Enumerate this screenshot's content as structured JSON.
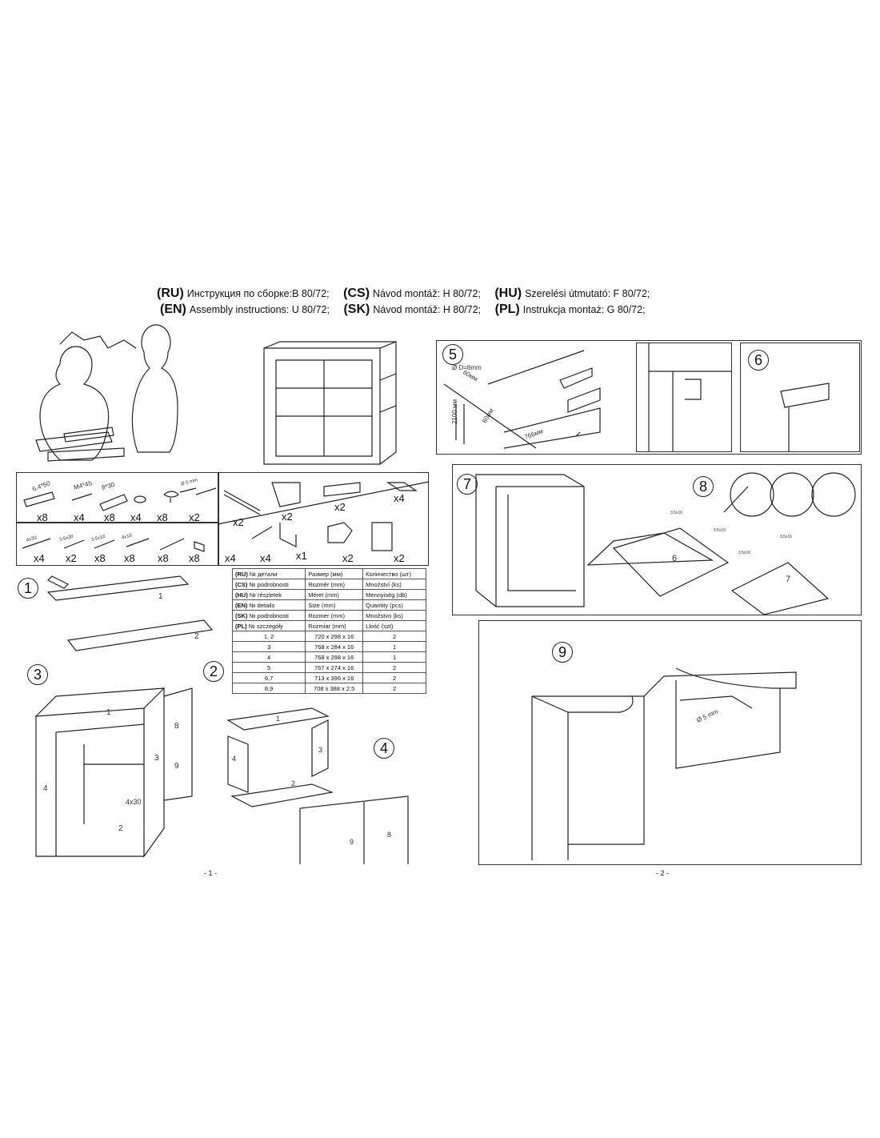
{
  "header": {
    "line1": [
      {
        "code": "(RU)",
        "text": "Инструкция по сборке:В 80/72;"
      },
      {
        "code": "(CS)",
        "text": "Návod montáž: H 80/72;"
      },
      {
        "code": "(HU)",
        "text": "Szerelési útmutató: F 80/72;"
      }
    ],
    "line2": [
      {
        "code": "(EN)",
        "text": "Assembly instructions: U 80/72;"
      },
      {
        "code": "(SK)",
        "text": "Návod montáž: H 80/72;"
      },
      {
        "code": "(PL)",
        "text": "Instrukcja montaż: G 80/72;"
      }
    ]
  },
  "fittings": {
    "row1": [
      {
        "label": "6.4*50",
        "qty": "x8"
      },
      {
        "label": "M4*45",
        "qty": "x4"
      },
      {
        "label": "8*30",
        "qty": "x8"
      },
      {
        "label": "",
        "qty": "x4"
      },
      {
        "label": "",
        "qty": "x8"
      },
      {
        "label": "Ø 5 mm",
        "qty": "x2"
      }
    ],
    "row2": [
      {
        "label": "4x30",
        "qty": "x4"
      },
      {
        "label": "3.5x20",
        "qty": "x2"
      },
      {
        "label": "3.5x16",
        "qty": "x8"
      },
      {
        "label": "4x16",
        "qty": "x8"
      },
      {
        "label": "",
        "qty": "x8"
      },
      {
        "label": "",
        "qty": "x8"
      }
    ],
    "right_top": [
      {
        "qty": "x2"
      },
      {
        "qty": "x2"
      },
      {
        "qty": "x2"
      },
      {
        "qty": "x4"
      }
    ],
    "right_bottom": [
      {
        "qty": "x4"
      },
      {
        "qty": "x4"
      },
      {
        "qty": "x1"
      },
      {
        "qty": "x2"
      },
      {
        "qty": "x2"
      }
    ]
  },
  "table": {
    "headers": [
      [
        "(RU)",
        "№ детали",
        "Размер  (мм)",
        "Количество (шт)"
      ],
      [
        "(CS)",
        "№ podrobnosti",
        "Rozměr (mm)",
        "Množství (ks)"
      ],
      [
        "(HU)",
        "№ részletek",
        "Méret (mm)",
        "Mennyiség (db)"
      ],
      [
        "(EN)",
        "№ details",
        "Size (mm)",
        "Quantity  (pcs)"
      ],
      [
        "(SK)",
        "№ podrobnosti",
        "Rozmer (mm)",
        "Množstvo (ks)"
      ],
      [
        "(PL)",
        "№ szczegóły",
        "Rozmiar (mm)",
        "Llość (szt)"
      ]
    ],
    "rows": [
      [
        "1, 2",
        "720 x 298 x 16",
        "2"
      ],
      [
        "3",
        "768 x 284 x 16",
        "1"
      ],
      [
        "4",
        "768 x 298 x 16",
        "1"
      ],
      [
        "5",
        "767 x 274 x 16",
        "2"
      ],
      [
        "6,7",
        "713 x 396 x 16",
        "2"
      ],
      [
        "8,9",
        "708 x 388 x 2.5",
        "2"
      ]
    ]
  },
  "steps": {
    "s1": "1",
    "s2": "2",
    "s3": "3",
    "s4": "4",
    "s5": "5",
    "s6": "6",
    "s7": "7",
    "s8": "8",
    "s9": "9"
  },
  "labels": {
    "part1": "1",
    "part2": "2",
    "part3": "3",
    "part4": "4",
    "part6": "6",
    "part7": "7",
    "part8": "8",
    "part9": "9",
    "screw4x30": "4x30",
    "d8": "Ø D=8mm",
    "d60a": "60мм",
    "d60b": "60мм",
    "h2100": "2100 мм",
    "w766": "766мм",
    "s35a": "3.5x16",
    "s35b": "3.5x16",
    "s35c": "3.5x16",
    "s35d": "3.5x16",
    "d5mm": "Ø 5 mm"
  },
  "pages": {
    "p1": "- 1 -",
    "p2": "- 2 -"
  }
}
